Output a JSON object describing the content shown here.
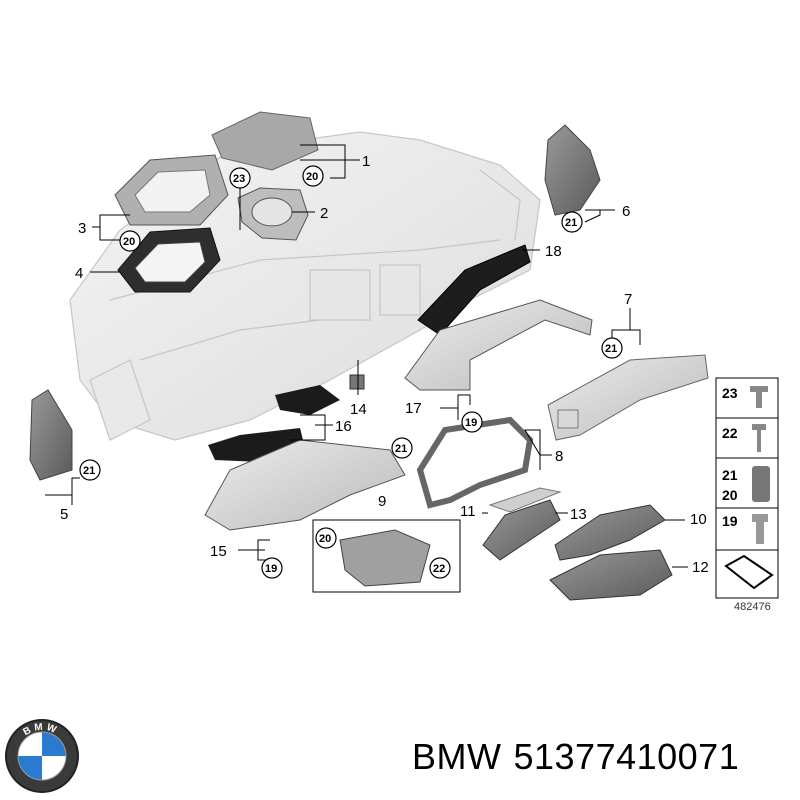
{
  "callouts": {
    "n1": "1",
    "n2": "2",
    "n3": "3",
    "n4": "4",
    "n5": "5",
    "n6": "6",
    "n7": "7",
    "n8": "8",
    "n9": "9",
    "n10": "10",
    "n11": "11",
    "n12": "12",
    "n13": "13",
    "n14": "14",
    "n15": "15",
    "n16": "16",
    "n17": "17",
    "n18": "18"
  },
  "bubbles": {
    "b1_20": "20",
    "b2_23": "23",
    "b3_20": "20",
    "b5_21": "21",
    "b6_21": "21",
    "b7_21": "21",
    "b8_21": "21",
    "b9_20": "20",
    "b9_22": "22",
    "b15_19": "19",
    "b17_19": "19"
  },
  "legend": {
    "l23": "23",
    "l22": "22",
    "l21": "21",
    "l20": "20",
    "l19": "19"
  },
  "reference_number": "482476",
  "logo": {
    "text": "BMW",
    "blue": "#2a7bd0",
    "black": "#111111"
  },
  "caption": {
    "brand": "BMW",
    "part_number": "51377410071"
  }
}
